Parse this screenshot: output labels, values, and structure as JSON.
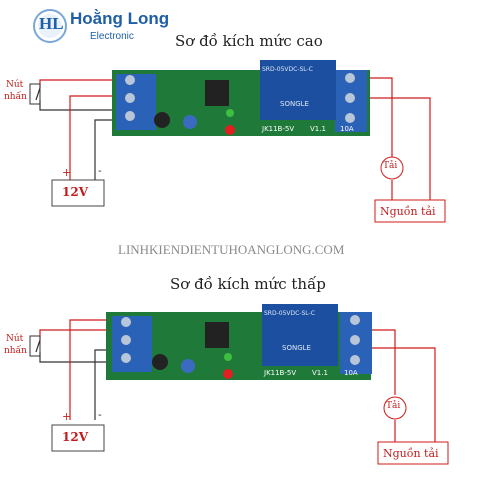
{
  "logo": {
    "initials": "HL",
    "name": "Hoằng Long",
    "sub": "Electronic",
    "color_blue": "#1f5fa8",
    "color_light": "#7aa7d8"
  },
  "diagrams": [
    {
      "title": "Sơ đồ kích mức cao",
      "button_label": [
        "Nút",
        "nhấn"
      ],
      "supply": "12V",
      "plus": "+",
      "minus": "-",
      "load": "Tải",
      "load_power": "Nguồn tải",
      "relay_text": "SRD-05VDC-SL-C",
      "relay_brand": "SONGLE",
      "board_model": "JK11B-5V",
      "board_version": "V1.1",
      "board_current": "10A"
    },
    {
      "title": "Sơ đồ kích mức thấp",
      "button_label": [
        "Nút",
        "nhấn"
      ],
      "supply": "12V",
      "plus": "+",
      "minus": "-",
      "load": "Tải",
      "load_power": "Nguồn tải",
      "relay_text": "SRD-05VDC-SL-C",
      "relay_brand": "SONGLE",
      "board_model": "JK11B-5V",
      "board_version": "V1.1",
      "board_current": "10A"
    }
  ],
  "watermark": "LINHKIENDIENTUHOANGLONG.COM",
  "colors": {
    "board": "#1f7a3a",
    "relay": "#1c4fa0",
    "wire_red": "#d01a1a",
    "wire_dark": "#333333",
    "terminal": "#2a62b8",
    "label_red": "#c21b1b"
  }
}
